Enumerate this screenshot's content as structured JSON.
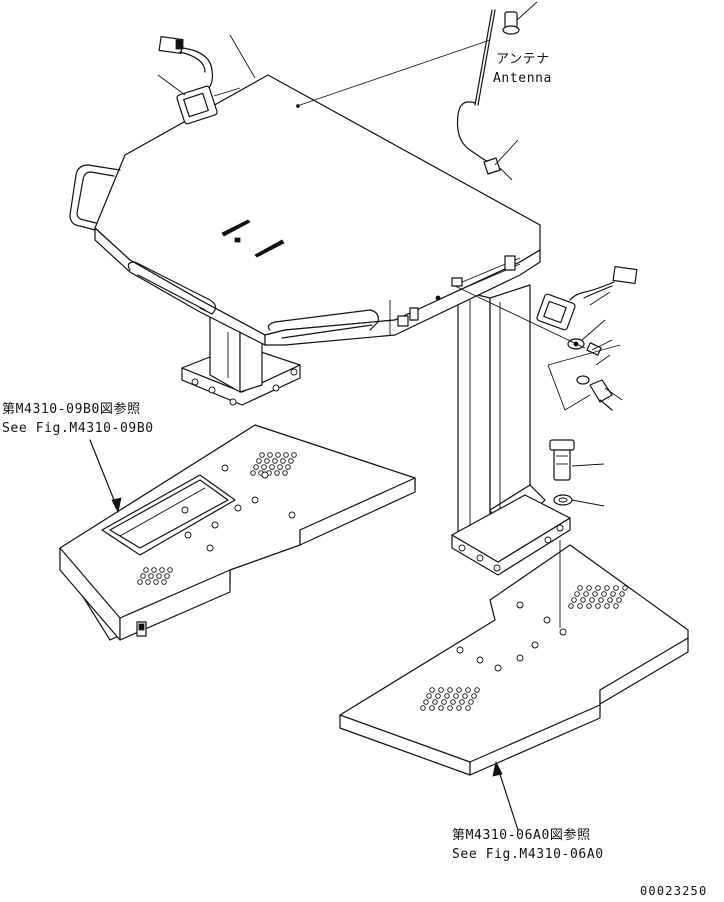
{
  "labels": {
    "antenna_jp": "アンテナ",
    "antenna_en": "Antenna",
    "ref_left_jp": "第M4310-09B0図参照",
    "ref_left_en": "See Fig.M4310-09B0",
    "ref_right_jp": "第M4310-06A0図参照",
    "ref_right_en": "See Fig.M4310-06A0",
    "drawing_number": "00023250"
  }
}
